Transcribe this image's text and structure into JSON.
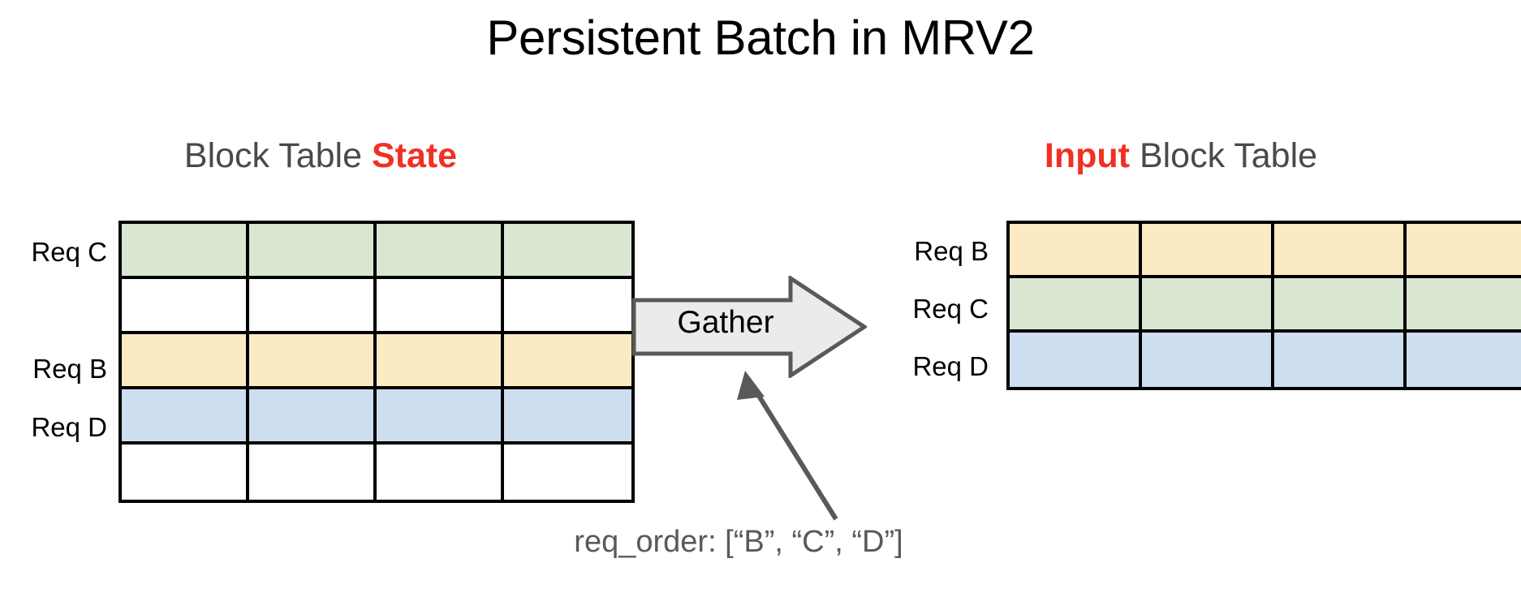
{
  "slide": {
    "title": "Persistent Batch in MRV2",
    "background": "#ffffff"
  },
  "colors": {
    "accent_red": "#ef3124",
    "heading_gray": "#4a4a4a",
    "caption_gray": "#595959",
    "green_row": "#d9e6d2",
    "yellow_row": "#fbeac4",
    "blue_row": "#cddef0",
    "empty_row": "#ffffff",
    "border": "#000000",
    "arrow_fill": "#ebebeb",
    "arrow_stroke": "#595959"
  },
  "left_panel": {
    "heading": {
      "prefix": "Block Table ",
      "accent": "State",
      "suffix": ""
    },
    "table": {
      "columns": 4,
      "rows": [
        {
          "label": "Req C",
          "color_key": "green_row"
        },
        {
          "label": "",
          "color_key": "empty_row"
        },
        {
          "label": "Req B",
          "color_key": "yellow_row"
        },
        {
          "label": "Req D",
          "color_key": "blue_row"
        },
        {
          "label": "",
          "color_key": "empty_row"
        }
      ]
    }
  },
  "right_panel": {
    "heading": {
      "prefix": "",
      "accent": "Input",
      "suffix": " Block Table"
    },
    "table": {
      "columns": 4,
      "rows": [
        {
          "label": "Req B",
          "color_key": "yellow_row"
        },
        {
          "label": "Req C",
          "color_key": "green_row"
        },
        {
          "label": "Req D",
          "color_key": "blue_row"
        }
      ]
    }
  },
  "operation": {
    "arrow_label": "Gather"
  },
  "callout": {
    "caption": "req_order: [“B”, “C”, “D”]"
  }
}
